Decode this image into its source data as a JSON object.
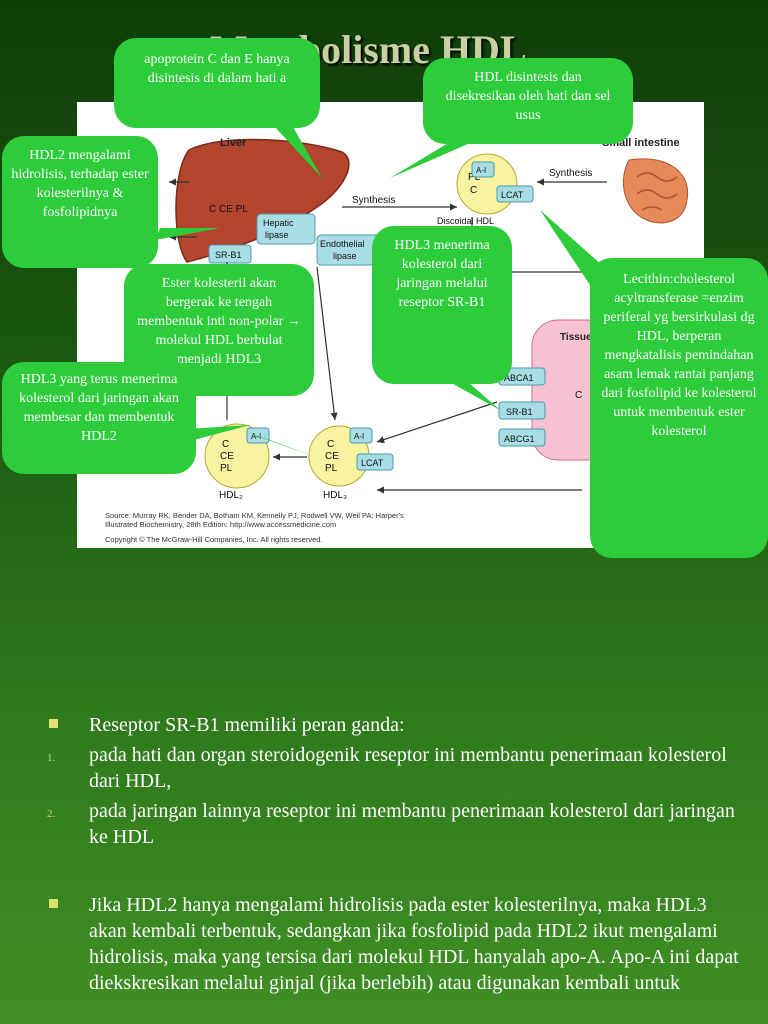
{
  "slide_title": "Metabolisme HDL",
  "figure": {
    "labels": {
      "liver": "Liver",
      "small_intestine": "Small intestine",
      "c_ce_pl": "C CE PL",
      "hepatic_lipase": "Hepatic",
      "hepatic_lipase2": "lipase",
      "sr_b1": "SR-B1",
      "synthesis_left": "Synthesis",
      "synthesis_right": "Synthesis",
      "discoidal_hdl": "Discoidal HDL",
      "a1": "A-I",
      "pl": "PL",
      "c": "C",
      "lcat": "LCAT",
      "endothelial": "Endothelial",
      "endothelial2": "lipase",
      "tissue": "Tissues",
      "abca1": "ABCA1",
      "sr_b1_tissue": "SR-B1",
      "abcg1": "ABCG1",
      "c_tissue": "C",
      "hdl2_c": "C",
      "hdl2_ce": "CE",
      "hdl2_pl": "PL",
      "hdl2_a1": "A-I",
      "hdl2_label": "HDL₂",
      "hdl3_c": "C",
      "hdl3_ce": "CE",
      "hdl3_pl": "PL",
      "hdl3_a1": "A-I",
      "hdl3_lcat": "LCAT",
      "hdl3_label": "HDL₃",
      "source1": "Source: Murray RK, Bender DA, Botham KM, Kennelly PJ, Rodwell VW, Weil PA: Harper's",
      "source2": "Illustrated Biochemistry, 28th Edition: http://www.accessmedicine.com",
      "copyright": "Copyright © The McGraw-Hill Companies, Inc. All rights reserved."
    }
  },
  "callouts": {
    "apoprotein": "apoprotein C dan E hanya disintesis di dalam hati a",
    "hdl_synth": "HDL disintesis dan disekresikan oleh hati dan sel usus",
    "hdl2_hydro": "HDL2 mengalami hidrolisis, terhadap ester kolesterilnya & fosfolipidnya",
    "ester_move": "Ester kolesteril akan bergerak ke tengah membentuk inti non-polar → molekul HDL berbulat menjadi HDL3",
    "hdl3_receive": "HDL3 menerima kolesterol dari jaringan melalui reseptor SR-B1",
    "hdl3_grow": "HDL3 yang terus menerima kolesterol dari jaringan akan membesar dan membentuk HDL2",
    "lcat_desc": "Lecithin:cholesterol acyltransferase =enzim periferal yg bersirkulasi dg HDL, berperan mengkatalisis pemindahan asam lemak rantai panjang dari fosfolipid ke kolesterol untuk membentuk ester kolesterol"
  },
  "body": {
    "b1": "Reseptor SR-B1 memiliki peran ganda:",
    "n1_marker": "1.",
    "n1": "pada hati dan organ steroidogenik reseptor ini membantu penerimaan kolesterol dari HDL,",
    "n2_marker": "2.",
    "n2": "pada jaringan lainnya reseptor ini membantu penerimaan kolesterol dari jaringan ke HDL",
    "b2": "Jika HDL2 hanya mengalami hidrolisis pada ester kolesterilnya, maka HDL3 akan kembali terbentuk, sedangkan jika fosfolipid pada HDL2 ikut mengalami hidrolisis, maka yang tersisa dari molekul HDL hanyalah apo-A. Apo-A ini dapat diekskresikan melalui ginjal (jika berlebih) atau digunakan kembali untuk"
  },
  "colors": {
    "callout_fill": "#2ccc3a",
    "background_top": "#0f3d08",
    "background_bottom": "#3f8f24"
  }
}
